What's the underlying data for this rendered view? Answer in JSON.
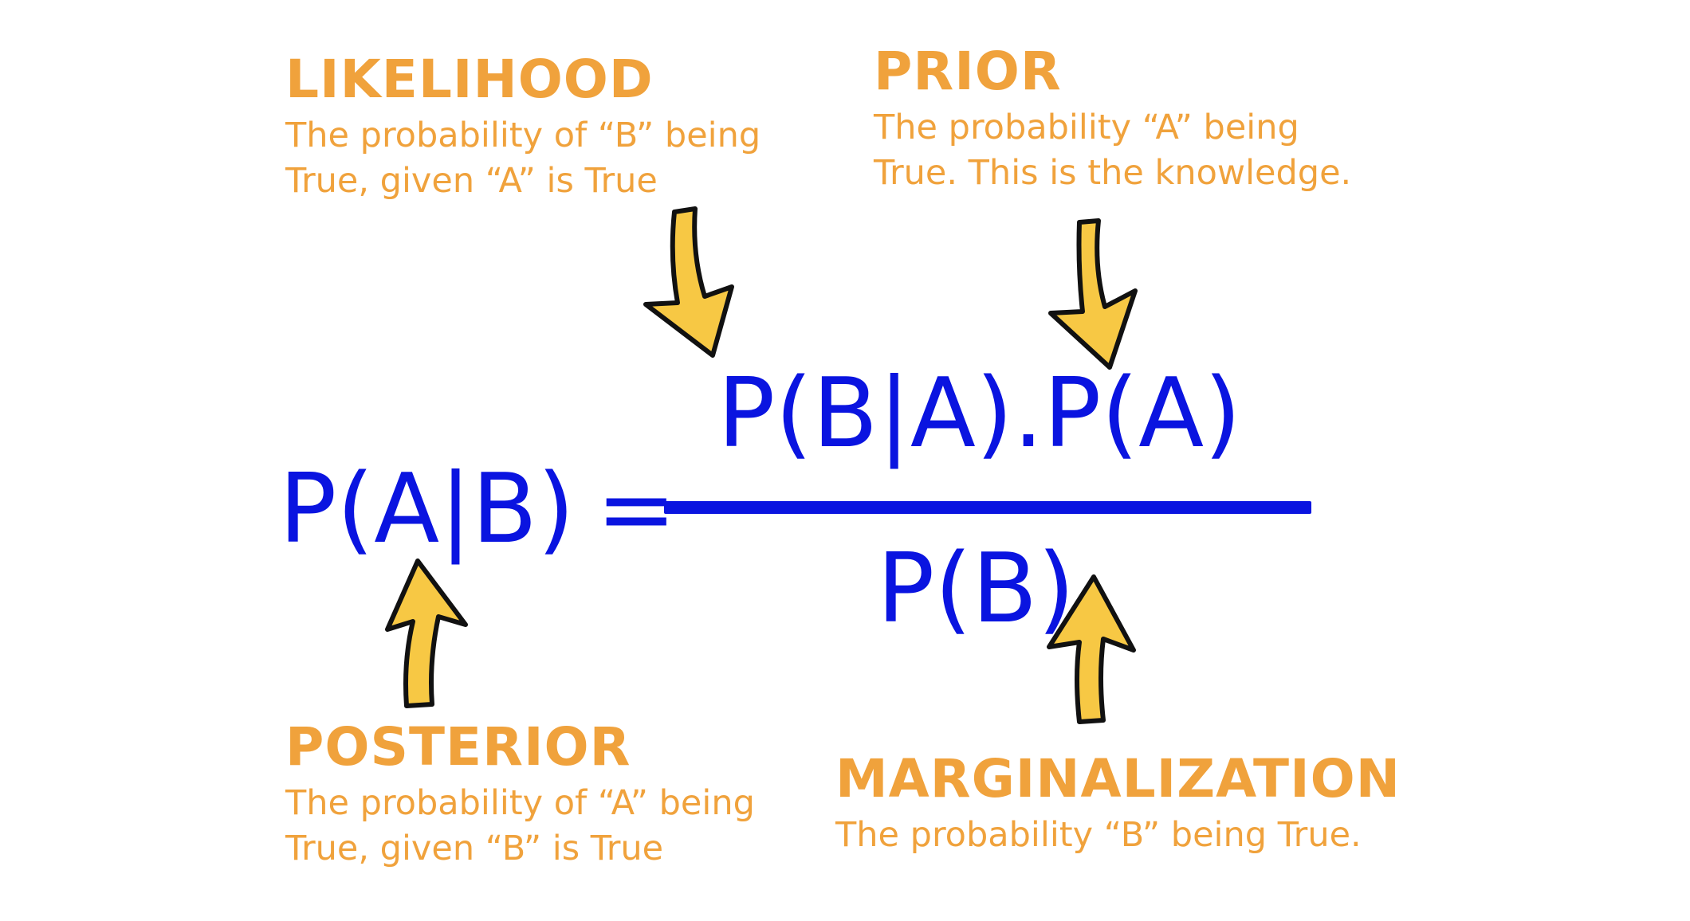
{
  "annotations": {
    "likelihood": {
      "title": "LIKELIHOOD",
      "description": "The probability of “B” being\nTrue, given “A” is True"
    },
    "prior": {
      "title": "PRIOR",
      "description": "The probability “A” being\nTrue. This is the knowledge."
    },
    "posterior": {
      "title": "POSTERIOR",
      "description": "The probability of “A” being\nTrue, given “B” is True"
    },
    "marginalization": {
      "title": "MARGINALIZATION",
      "description": "The probability “B” being True."
    }
  },
  "formula": {
    "lhs": "P(A|B)",
    "equals": "=",
    "numerator": "P(B|A).P(A)",
    "denominator": "P(B)"
  },
  "colors": {
    "annotation_text": "#f0a23c",
    "formula_text": "#0a14e0",
    "arrow_fill": "#f7c844",
    "arrow_outline": "#111111"
  },
  "icons": {
    "likelihood_arrow": "curved-arrow-down-icon",
    "prior_arrow": "curved-arrow-down-icon",
    "posterior_arrow": "curved-arrow-up-icon",
    "marginalization_arrow": "curved-arrow-up-icon"
  }
}
